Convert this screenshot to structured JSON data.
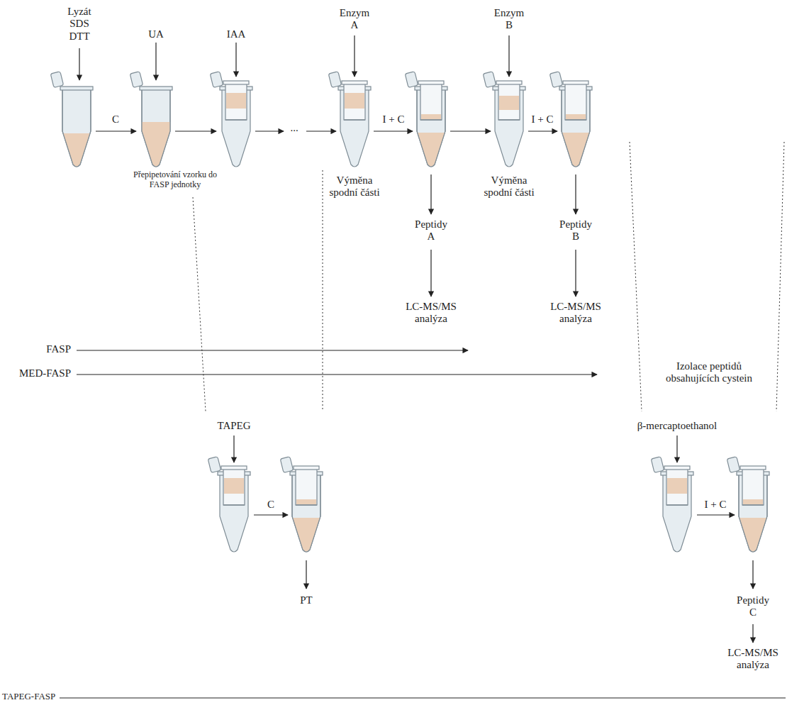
{
  "diagram": {
    "labels": [
      "Lyzát SDS DTT",
      "UA",
      "IAA",
      "Enzym A",
      "Enzym B",
      "C",
      "Přepipetování vzorku do FASP jednotky",
      "...",
      "I + C",
      "I + C",
      "Výměna spodní části",
      "Výměna spodní části",
      "Peptidy A",
      "Peptidy B",
      "LC-MS/MS analýza",
      "LC-MS/MS analýza",
      "FASP",
      "MED-FASP",
      "Izolace peptidů obsahujících cystein",
      "TAPEG",
      "β-mercaptoethanol",
      "C",
      "I + C",
      "PT",
      "Peptidy C",
      "LC-MS/MS analýza",
      "TAPEG-FASP"
    ]
  }
}
